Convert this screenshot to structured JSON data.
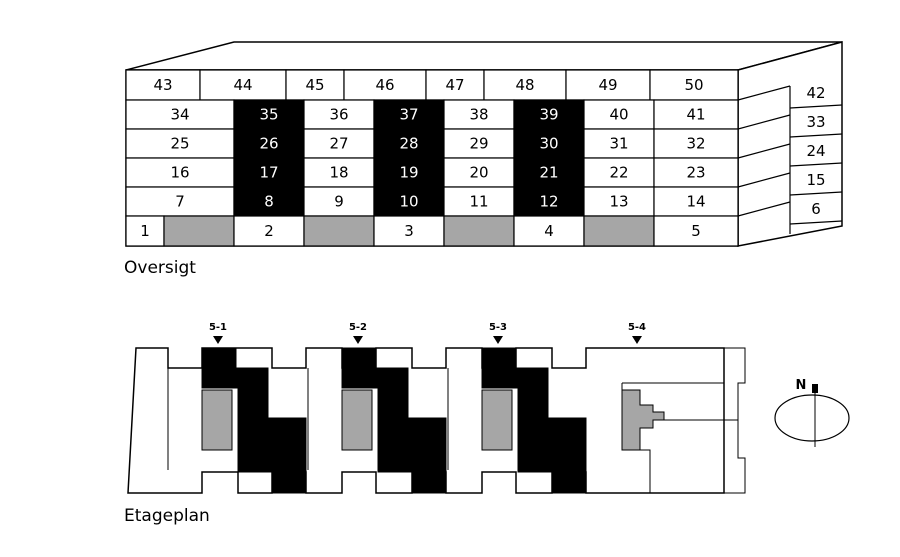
{
  "overview": {
    "caption": "Oversigt",
    "top_row": [
      "43",
      "44",
      "45",
      "46",
      "47",
      "48",
      "49",
      "50"
    ],
    "rows": [
      [
        "34",
        "35",
        "36",
        "37",
        "38",
        "39",
        "40",
        "41"
      ],
      [
        "25",
        "26",
        "27",
        "28",
        "29",
        "30",
        "31",
        "32"
      ],
      [
        "16",
        "17",
        "18",
        "19",
        "20",
        "21",
        "22",
        "23"
      ],
      [
        "7",
        "8",
        "9",
        "10",
        "11",
        "12",
        "13",
        "14"
      ]
    ],
    "bottom_row": [
      "1",
      "2",
      "3",
      "4",
      "5"
    ],
    "side_column": [
      "42",
      "33",
      "24",
      "15",
      "6"
    ],
    "colors": {
      "dark_stair": "#000000",
      "gray_cell": "#a6a6a6",
      "line": "#000000"
    }
  },
  "floorplan": {
    "caption": "Etageplan",
    "sections": [
      "5-1",
      "5-2",
      "5-3",
      "5-4"
    ],
    "compass_label": "N"
  }
}
